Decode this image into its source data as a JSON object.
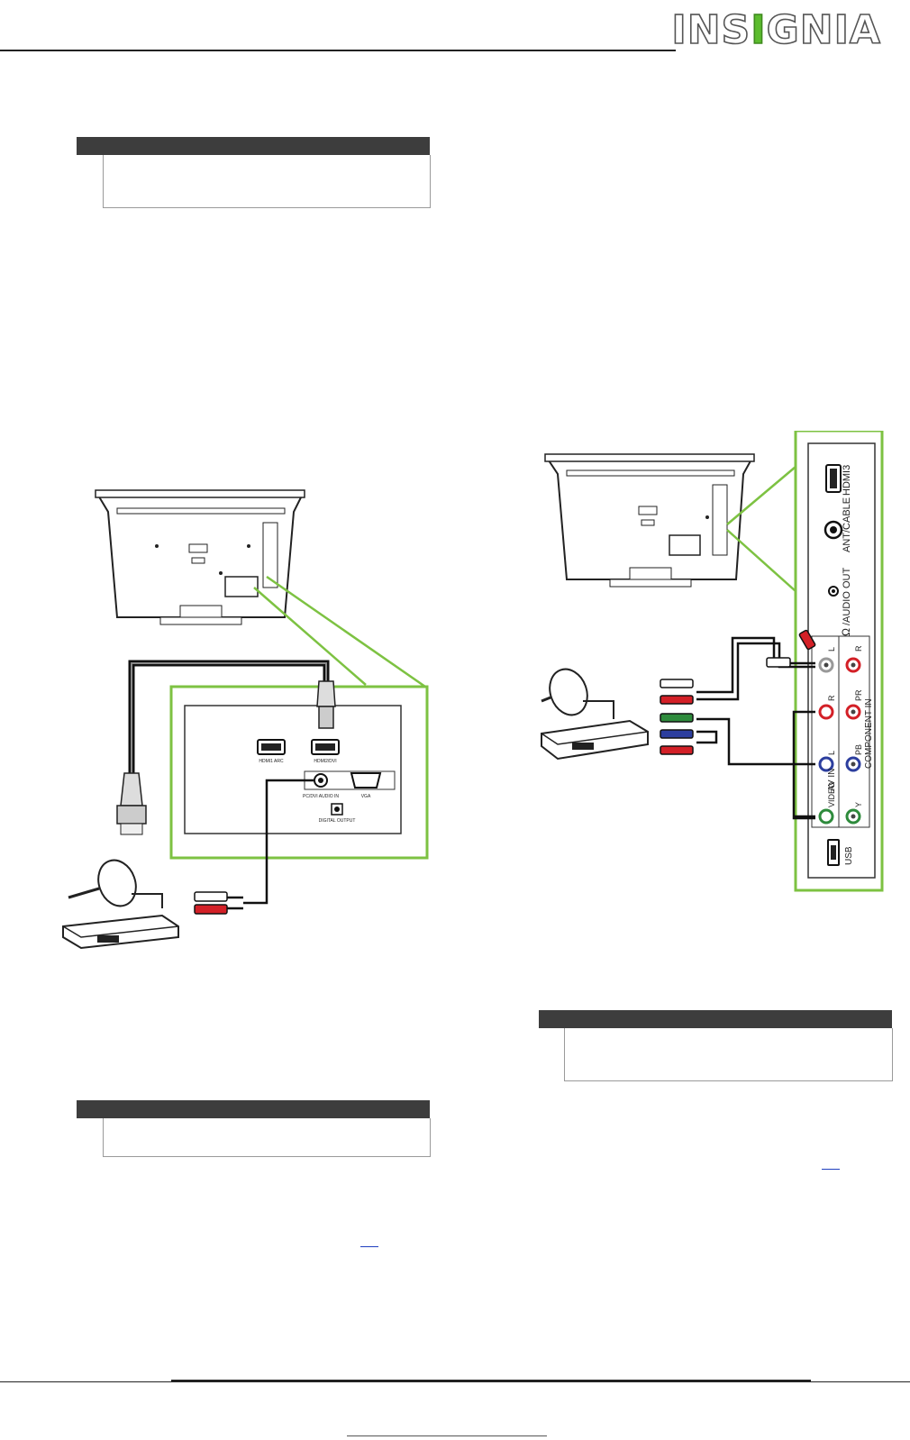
{
  "header": {
    "logo_prefix": "INS",
    "logo_mark": "I",
    "logo_suffix": "GNIA"
  },
  "left_diagram": {
    "jacks": {
      "hdmi1": "HDMI1 ARC",
      "hdmi2": "HDMI2/DVI",
      "pc_audio": "PC/DVI AUDIO IN",
      "vga": "VGA",
      "digital_out": "DIGITAL OUTPUT"
    }
  },
  "right_diagram": {
    "jacks": {
      "hdmi3": "HDMI3",
      "ant": "ANT/CABLE",
      "audio_out": "/AUDIO OUT",
      "usb": "USB",
      "component_in": "COMPONENT IN",
      "video": "VIDEO",
      "av_in": "AV IN",
      "l": "L",
      "r": "R",
      "pr": "PR",
      "pb": "PB",
      "y": "Y"
    }
  },
  "colors": {
    "accent_green": "#7dc242",
    "cable_red": "#d32027",
    "cable_green": "#2e8b3c",
    "cable_blue": "#2c3e9e",
    "note_bar": "#3d3d3d"
  }
}
